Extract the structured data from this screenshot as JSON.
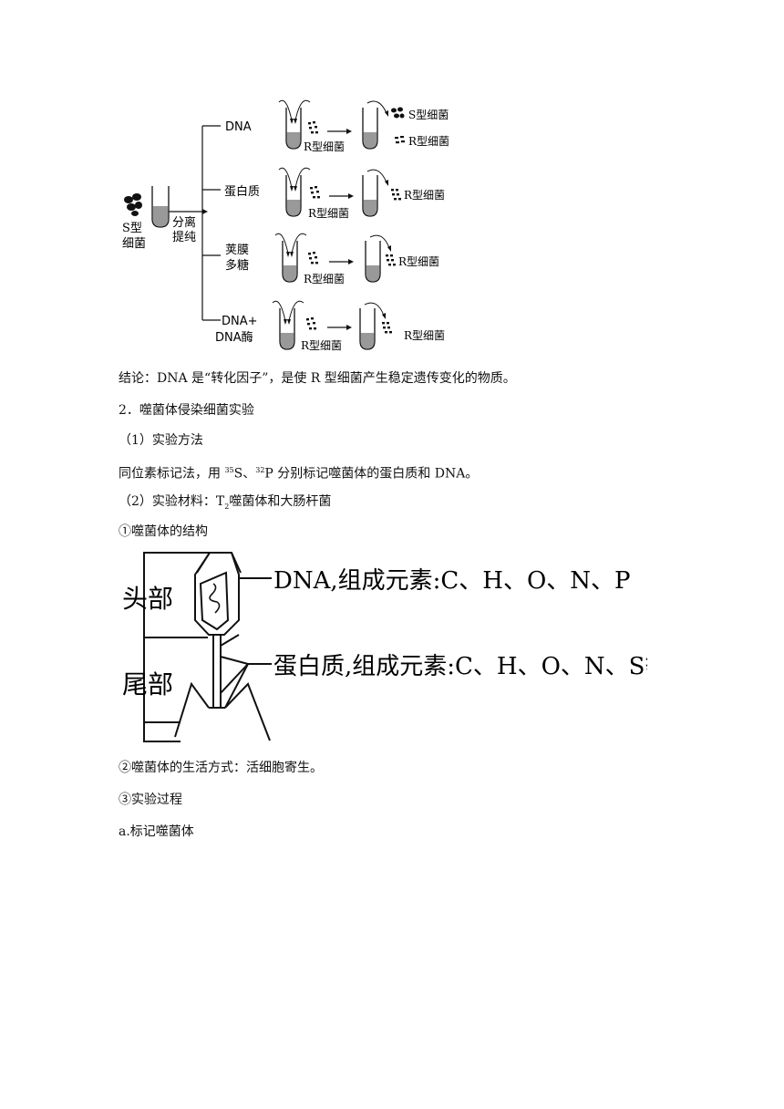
{
  "figure1": {
    "source_label_1": "S型",
    "source_label_2": "细菌",
    "separate_label_1": "分离",
    "separate_label_2": "提纯",
    "rows": [
      {
        "label_lines": [
          "DNA"
        ],
        "mix_label": "R型细菌",
        "results": [
          "S型细菌",
          "R型细菌"
        ]
      },
      {
        "label_lines": [
          "蛋白质"
        ],
        "mix_label": "R型细菌",
        "results": [
          "R型细菌"
        ]
      },
      {
        "label_lines": [
          "荚膜",
          "多糖"
        ],
        "mix_label": "R型细菌",
        "results": [
          "R型细菌"
        ]
      },
      {
        "label_lines": [
          "DNA+",
          "DNA酶"
        ],
        "mix_label": "R型细菌",
        "results": [
          "R型细菌"
        ]
      }
    ]
  },
  "text": {
    "conclusion": "结论：DNA 是“转化因子”，是使 R 型细菌产生稳定遗传变化的物质。",
    "heading2": "2．噬菌体侵染细菌实验",
    "sub1": "（1）实验方法",
    "method_pre": "同位素标记法，用 ",
    "method_s_sup": "35",
    "method_s": "S、",
    "method_p_sup": "32",
    "method_post": "P 分别标记噬菌体的蛋白质和 DNA。",
    "sub2_pre": "（2）实验材料：T",
    "sub2_sub": "2",
    "sub2_post": "噬菌体和大肠杆菌",
    "item1": "①噬菌体的结构",
    "item2": "②噬菌体的生活方式：活细胞寄生。",
    "item3": "③实验过程",
    "item_a": "a.标记噬菌体"
  },
  "figure2": {
    "head_label": "头部",
    "tail_label": "尾部",
    "dna_label": "DNA,组成元素:C、H、O、N、P",
    "protein_label": "蛋白质,组成元素:C、H、O、N、S等"
  }
}
